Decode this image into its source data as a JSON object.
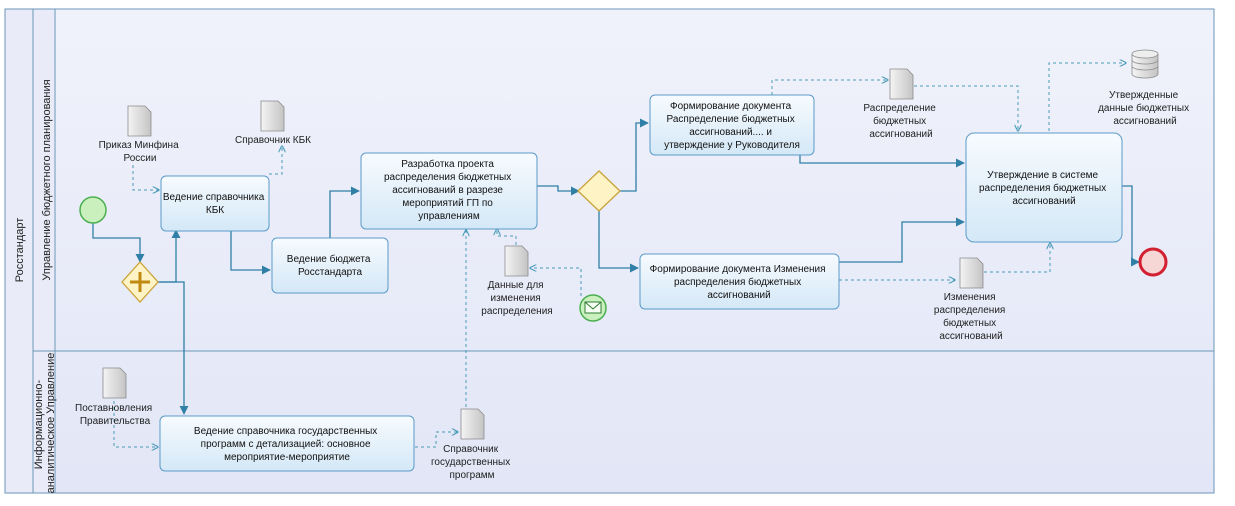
{
  "pool": {
    "label": "Росстандарт"
  },
  "lanes": [
    {
      "id": "lane1",
      "label": [
        "Управление бюджетного планирования"
      ]
    },
    {
      "id": "lane2",
      "label": [
        "Информационно-",
        "аналитическое Управление"
      ]
    }
  ],
  "tasks": {
    "t_kbk": [
      "Ведение справочника",
      "КБК"
    ],
    "t_budget": [
      "Ведение бюджета",
      "Росстандарта"
    ],
    "t_draft": [
      "Разработка проекта",
      "распределения бюджетных",
      "ассигнований в разрезе",
      "мероприятий ГП по",
      "управлениям"
    ],
    "t_doc1": [
      "Формирование документа",
      "Распределение бюджетных",
      "ассигнований.... и",
      "утверждение у Руководителя"
    ],
    "t_doc2": [
      "Формирование документа Изменения",
      "распределения бюджетных",
      "ассигнований"
    ],
    "t_approve": [
      "Утверждение в системе",
      "распределения бюджетных",
      "ассигнований"
    ],
    "t_gp": [
      "Ведение справочника государственных",
      "программ с детализацией: основное",
      "мероприятие-мероприятие"
    ]
  },
  "documents": {
    "d_minfin": [
      "Приказ Минфина",
      "России"
    ],
    "d_kbk": [
      "Справочник КБК"
    ],
    "d_changes": [
      "Данные для",
      "изменения",
      "распределения"
    ],
    "d_distr": [
      "Распределение",
      "бюджетных",
      "ассигнований"
    ],
    "d_changes2": [
      "Изменения",
      "распределения",
      "бюджетных",
      "ассигнований"
    ],
    "d_gov": [
      "Поставновления",
      "Правительства"
    ],
    "d_gp": [
      "Справочник",
      "государственных",
      "программ"
    ]
  },
  "datastores": {
    "ds_approved": [
      "Утвержденные",
      "данные бюджетных",
      "ассигнований"
    ]
  },
  "colors": {
    "taskFill": "#e6f2fb",
    "taskStroke": "#5b9bc8",
    "flow": "#2f7fa6",
    "assoc": "#4a9bb8",
    "laneBg": "#eaecf9",
    "laneBorder": "#6a96b8",
    "start": "#c9f0bd",
    "startStroke": "#4caf50",
    "end": "#f7d6d6",
    "endStroke": "#d32030",
    "gateway": "#fdf3c4",
    "gatewayStroke": "#c9a23a"
  }
}
